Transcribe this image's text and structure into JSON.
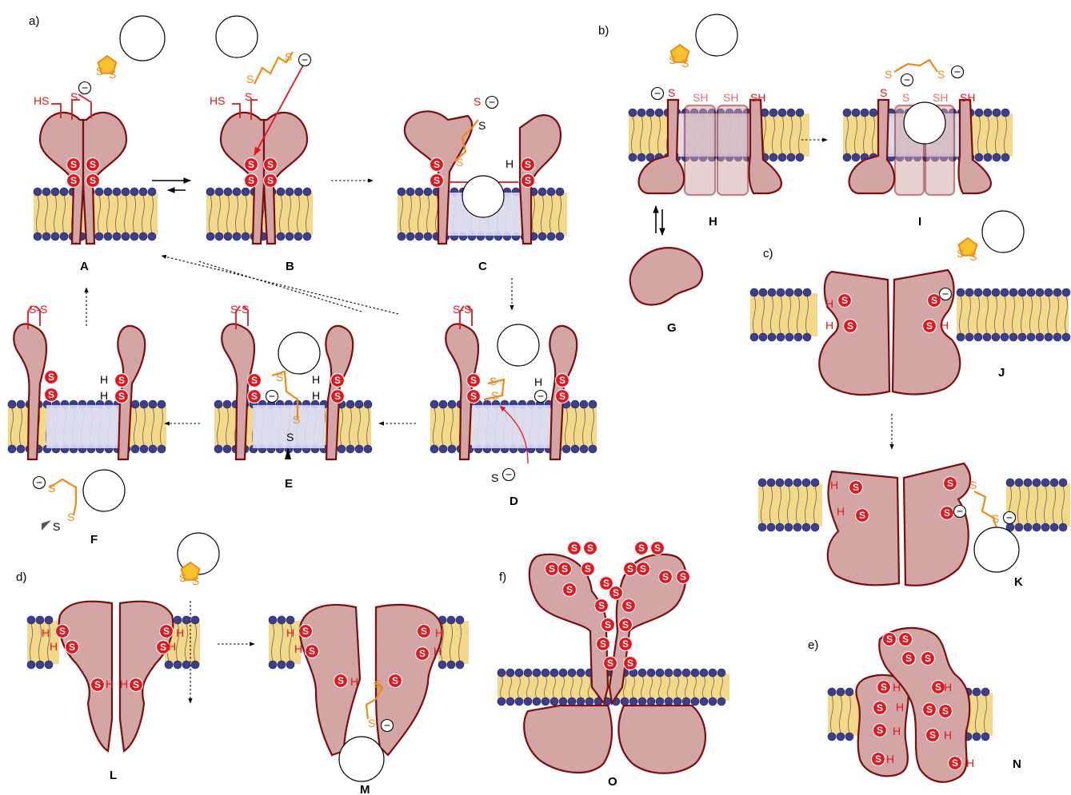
{
  "panel_labels": [
    "a)",
    "b)",
    "c)",
    "d)",
    "e)",
    "f)"
  ],
  "state_labels": [
    "A",
    "B",
    "C",
    "D",
    "E",
    "F",
    "G",
    "H",
    "I",
    "J",
    "K",
    "L",
    "M",
    "N",
    "O"
  ],
  "glyphs": {
    "sulfur": "S",
    "thiol": "SH",
    "thiol_h": "H",
    "hs": "HS",
    "disulfide": "S-S",
    "minus": "−"
  },
  "colors": {
    "protein_fill": "#d4a5a5",
    "protein_stroke": "#7a0d0d",
    "sulfur_red": "#e8141c",
    "thiol_pink": "#ee6a70",
    "carrier_orange": "#f08a12",
    "ring_yellow": "#f7c430",
    "lipid_tails": "#f4d98a",
    "lipid_heads": "#3c3f8f",
    "pore_blue": "#d9dcf7"
  },
  "icons": [
    "lipid-bilayer-icon",
    "cargo-circle-icon",
    "thiolate-anion-icon",
    "dithiolane-ring-icon",
    "disulfide-badge-icon",
    "thiol-reagent-icon"
  ]
}
